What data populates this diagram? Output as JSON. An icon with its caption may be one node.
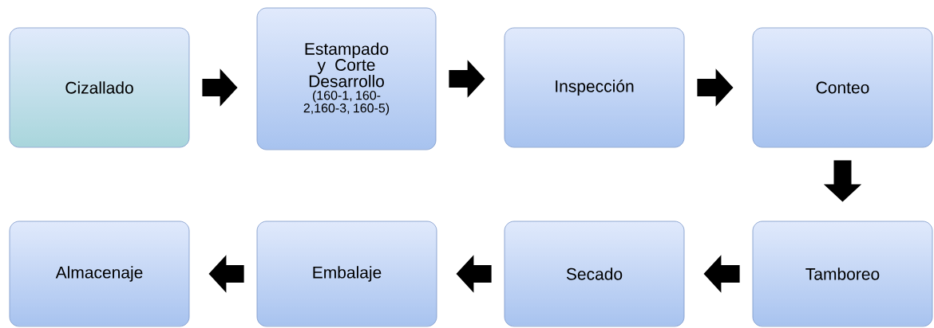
{
  "diagram": {
    "nodes": [
      {
        "text": [
          "Cizallado"
        ]
      },
      {
        "text": [
          "Estampado y Corte Desarrollo",
          "(160-1, 160-2,160-3, 160-5)"
        ]
      },
      {
        "text": [
          "Inspección"
        ]
      },
      {
        "text": [
          "Conteo"
        ]
      },
      {
        "text": [
          "Tamboreo"
        ]
      },
      {
        "text": [
          "Secado"
        ]
      },
      {
        "text": [
          "Embalaje"
        ]
      },
      {
        "text": [
          "Almacenaje"
        ]
      }
    ],
    "edges": [
      {
        "from": 0,
        "to": 1,
        "arrow": "to"
      },
      {
        "from": 1,
        "to": 2,
        "arrow": "to"
      },
      {
        "from": 2,
        "to": 3,
        "arrow": "to"
      },
      {
        "from": 3,
        "to": 4,
        "arrow": "to"
      },
      {
        "from": 4,
        "to": 5,
        "arrow": "to"
      },
      {
        "from": 5,
        "to": 6,
        "arrow": "to"
      },
      {
        "from": 6,
        "to": 7,
        "arrow": "to"
      }
    ]
  }
}
